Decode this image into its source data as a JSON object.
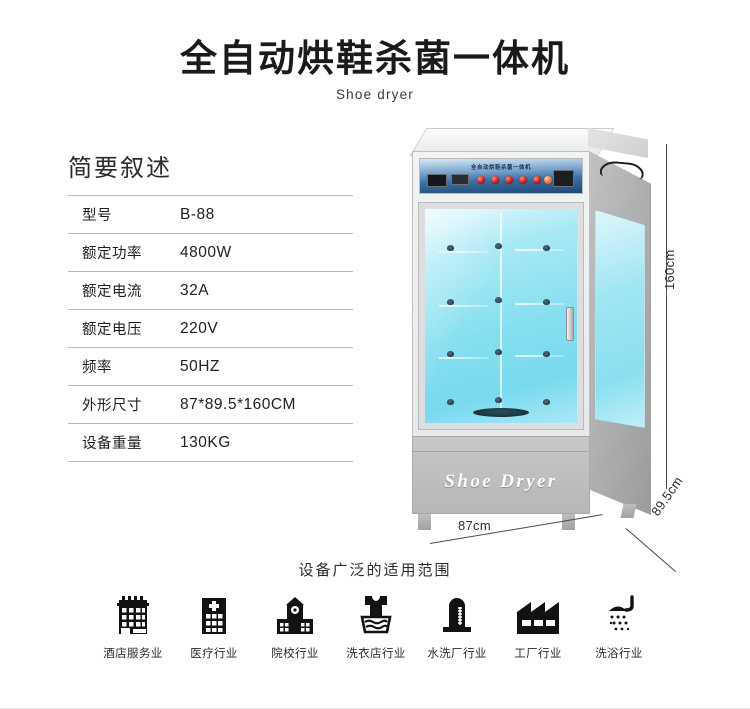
{
  "header": {
    "title": "全自动烘鞋杀菌一体机",
    "subtitle": "Shoe dryer"
  },
  "spec": {
    "heading": "简要叙述",
    "rows": [
      {
        "key": "型号",
        "value": "B-88"
      },
      {
        "key": "额定功率",
        "value": "4800W"
      },
      {
        "key": "额定电流",
        "value": "32A"
      },
      {
        "key": "额定电压",
        "value": "220V"
      },
      {
        "key": "频率",
        "value": "50HZ"
      },
      {
        "key": "外形尺寸",
        "value": "87*89.5*160CM"
      },
      {
        "key": "设备重量",
        "value": "130KG"
      }
    ]
  },
  "product": {
    "panel_brand": "全自动烘鞋杀菌一体机",
    "base_brand": "Shoe Dryer",
    "dimensions": {
      "height": "160cm",
      "width": "87cm",
      "depth": "89.5cm"
    },
    "colors": {
      "glass": "#86dff0",
      "body": "#d9dbdd",
      "panel": "#3a6ea4",
      "led": "#c31414"
    }
  },
  "applications": {
    "heading": "设备广泛的适用范围",
    "items": [
      {
        "label": "酒店服务业",
        "icon": "hotel-icon"
      },
      {
        "label": "医疗行业",
        "icon": "hospital-icon"
      },
      {
        "label": "院校行业",
        "icon": "school-icon"
      },
      {
        "label": "洗衣店行业",
        "icon": "laundry-icon"
      },
      {
        "label": "水洗厂行业",
        "icon": "water-plant-icon"
      },
      {
        "label": "工厂行业",
        "icon": "factory-icon"
      },
      {
        "label": "洗浴行业",
        "icon": "shower-icon"
      }
    ]
  }
}
